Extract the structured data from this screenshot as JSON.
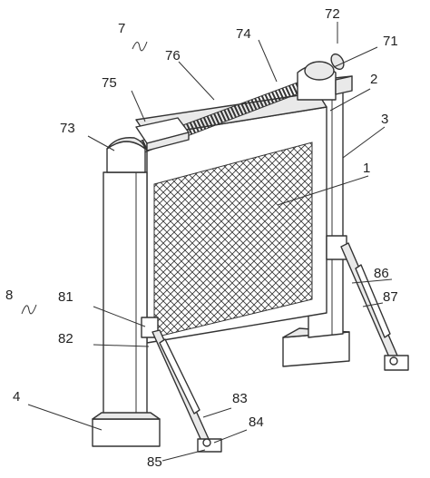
{
  "labels": {
    "l72": "72",
    "l71": "71",
    "l74": "74",
    "l76": "76",
    "l75": "75",
    "l7n": "7",
    "l2": "2",
    "l73": "73",
    "l3": "3",
    "l1": "1",
    "l8n": "8",
    "l86": "86",
    "l81": "81",
    "l87": "87",
    "l82": "82",
    "l83": "83",
    "l4": "4",
    "l84": "84",
    "l85": "85"
  }
}
